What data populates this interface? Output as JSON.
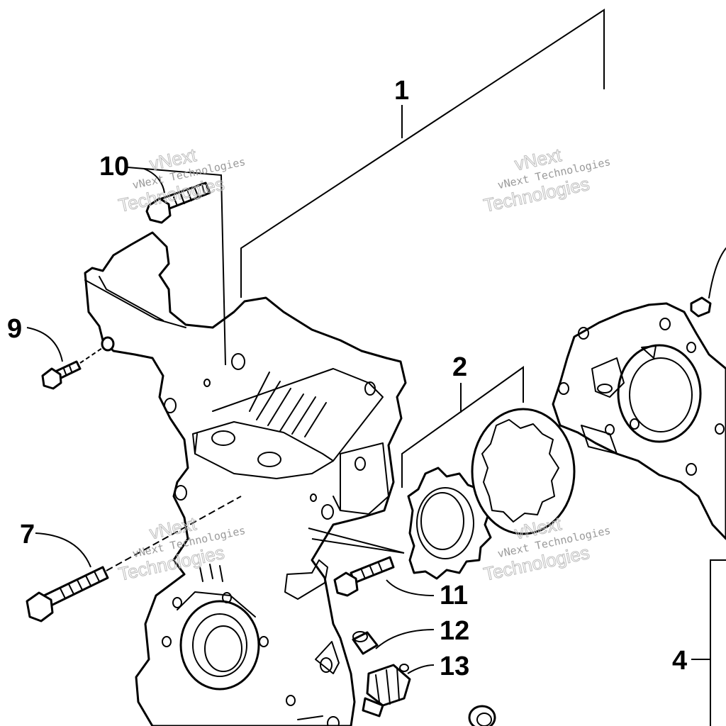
{
  "diagram": {
    "callouts": {
      "c1": "1",
      "c2": "2",
      "c4": "4",
      "c7": "7",
      "c9": "9",
      "c10": "10",
      "c11": "11",
      "c12": "12",
      "c13": "13"
    },
    "watermark": {
      "line1": "vNext",
      "line2": "vNext Technologies",
      "line3": "Technologies"
    },
    "colors": {
      "ink": "#000000",
      "watermark": "#9a9a9a",
      "background": "#ffffff"
    }
  }
}
